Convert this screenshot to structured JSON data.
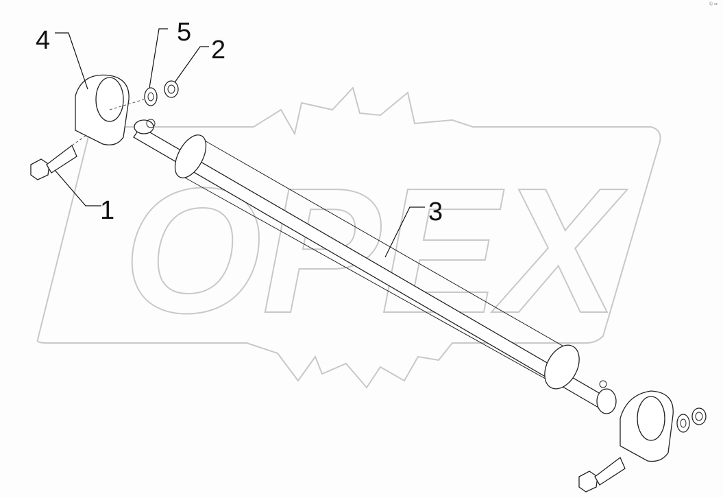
{
  "diagram": {
    "watermark": "OPEX",
    "corner_mark": "© ▪▪",
    "callouts": [
      {
        "id": "1",
        "label": "1",
        "part": "bolt"
      },
      {
        "id": "2",
        "label": "2",
        "part": "nut"
      },
      {
        "id": "3",
        "label": "3",
        "part": "shaft"
      },
      {
        "id": "4",
        "label": "4",
        "part": "clamp"
      },
      {
        "id": "5",
        "label": "5",
        "part": "washer"
      }
    ]
  }
}
